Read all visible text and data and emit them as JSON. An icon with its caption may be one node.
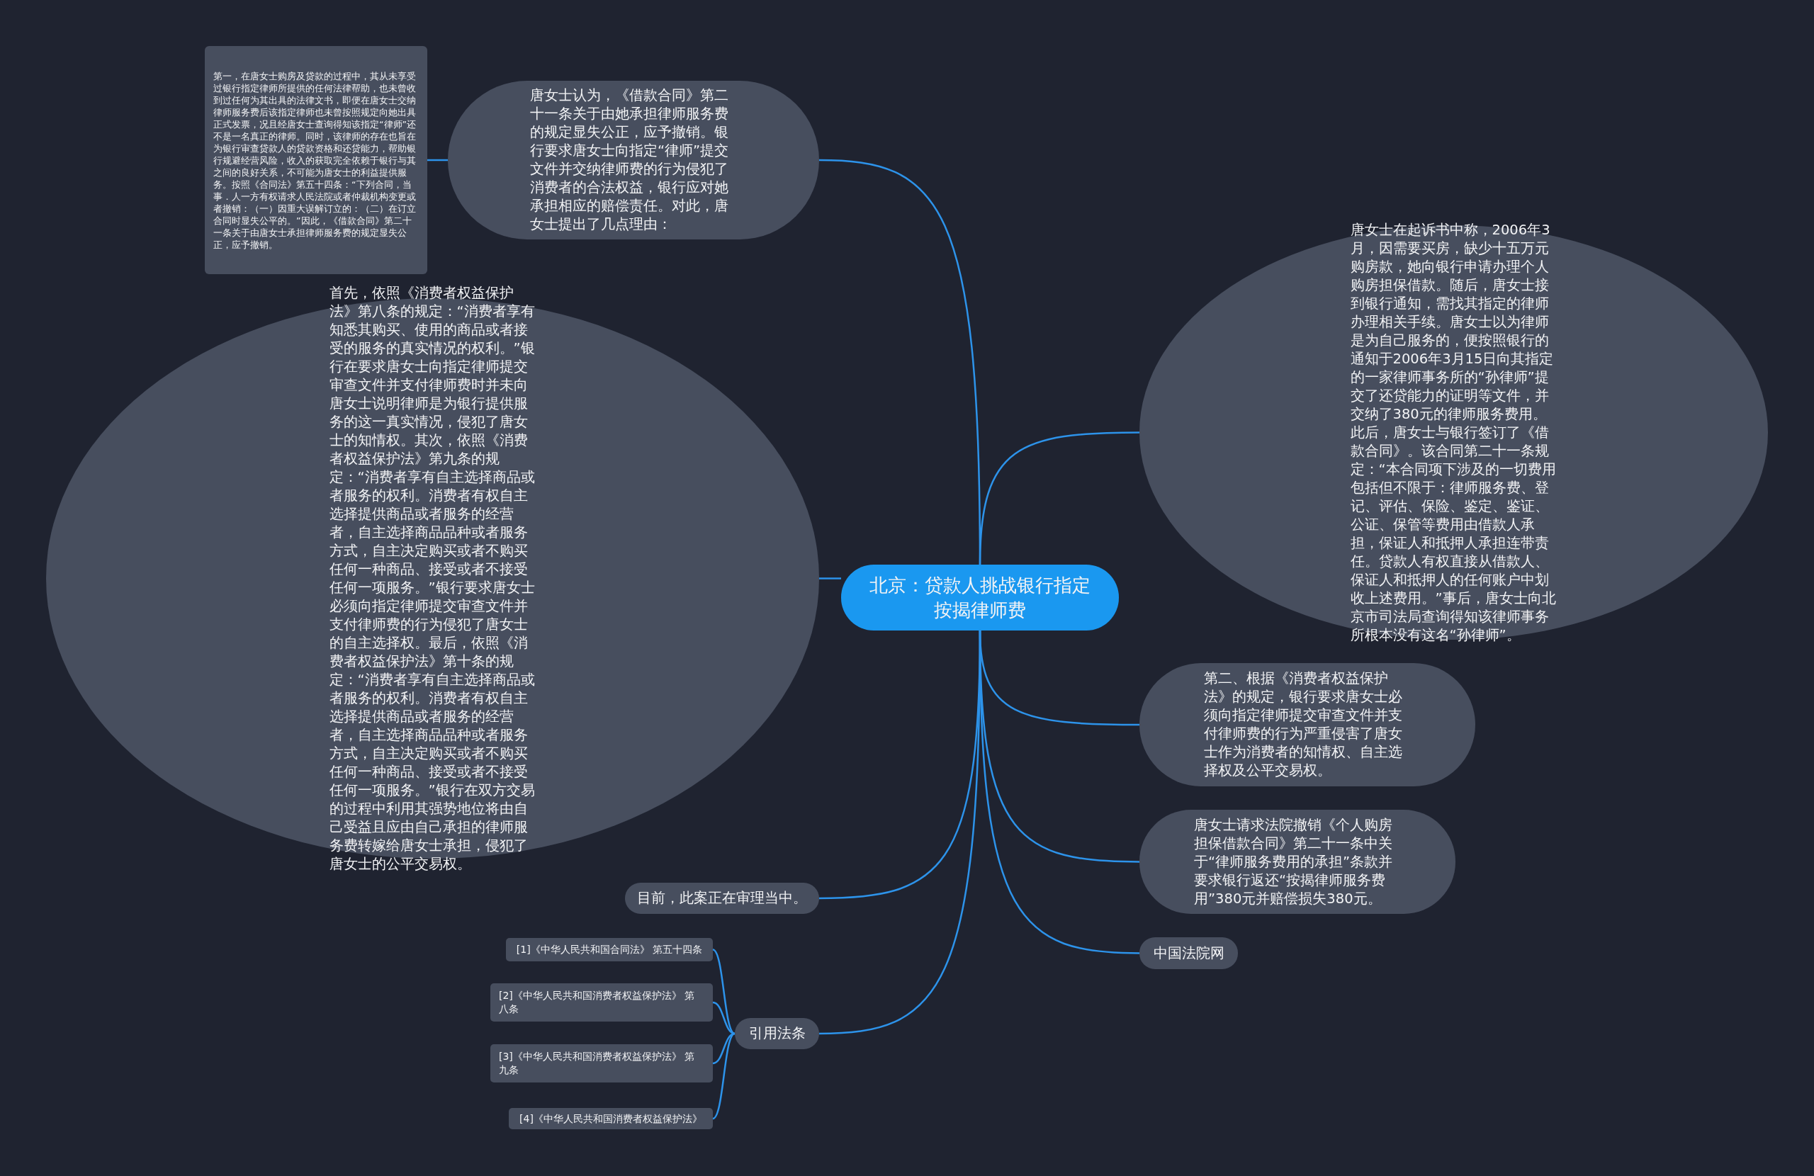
{
  "diagram": {
    "nodes": [
      {
        "text": [
          "北京：贷款人挑战银行指定按揭律师费"
        ]
      },
      {
        "text": [
          "唐女士认为，《借款合同》第二十一条关于由她承担律师服务费的规定显失公正，应予撤销。银行要求唐女士向指定“律师”提交文件并交纳律师费的行为侵犯了消费者的合法权益，银行应对她承担相应的赔偿责任。对此，唐女士提出了几点理由："
        ]
      },
      {
        "text": [
          "第一，在唐女士购房及贷款的过程中，其从未享受过银行指定律师所提供的任何法律帮助，也未曾收到过任何为其出具的法律文书，即便在唐女士交纳律师服务费后该指定律师也未曾按照规定向她出具正式发票，况且经唐女士查询得知该指定“律师”还不是一名真正的律师。同时，该律师的存在也旨在为银行审查贷款人的贷款资格和还贷能力，帮助银行规避经营风险，收入的获取完全依赖于银行与其之间的良好关系，不可能为唐女士的利益提供服务。按照《合同法》第五十四条：“下列合同，当事．人一方有权请求人民法院或者仲裁机构变更或者撤销：（一）因重大误解订立的：（二）在订立合同时显失公平的。”因此，《借款合同》第二十一条关于由唐女士承担律师服务费的规定显失公正，应予撤销。"
        ]
      },
      {
        "text": [
          "首先，依照《消费者权益保护法》第八条的规定：“消费者享有知悉其购买、使用的商品或者接受的服务的真实情况的权利。”银行在要求唐女士向指定律师提交审查文件并支付律师费时并未向唐女士说明律师是为银行提供服务的这一真实情况，侵犯了唐女士的知情权。其次，依照《消费者权益保护法》第九条的规定：“消费者享有自主选择商品或者服务的权利。消费者有权自主选择提供商品或者服务的经营者，自主选择商品品种或者服务方式，自主决定购买或者不购买任何一种商品、接受或者不接受任何一项服务。”银行要求唐女士必须向指定律师提交审查文件并支付律师费的行为侵犯了唐女士的自主选择权。最后，依照《消费者权益保护法》第十条的规定：“消费者享有自主选择商品或者服务的权利。消费者有权自主选择提供商品或者服务的经营者，自主选择商品品种或者服务方式，自主决定购买或者不购买任何一种商品、接受或者不接受任何一项服务。”银行在双方交易的过程中利用其强势地位将由自己受益且应由自己承担的律师服务费转嫁给唐女士承担，侵犯了唐女士的公平交易权。"
        ]
      },
      {
        "text": [
          "唐女士在起诉书中称，2006年3月，因需要买房，缺少十五万元购房款，她向银行申请办理个人购房担保借款。随后，唐女士接到银行通知，需找其指定的律师办理相关手续。唐女士以为律师是为自己服务的，便按照银行的通知于2006年3月15日向其指定的一家律师事务所的“孙律师”提交了还贷能力的证明等文件，并交纳了380元的律师服务费用。此后，唐女士与银行签订了《借款合同》。该合同第二十一条规定：“本合同项下涉及的一切费用包括但不限于：律师服务费、登记、评估、保险、鉴定、鉴证、公证、保管等费用由借款人承担，保证人和抵押人承担连带责任。贷款人有权直接从借款人、保证人和抵押人的任何账户中划收上述费用。”事后，唐女士向北京市司法局查询得知该律师事务所根本没有这名“孙律师”。"
        ]
      },
      {
        "text": [
          "第二、根据《消费者权益保护法》的规定，银行要求唐女士必须向指定律师提交审查文件并支付律师费的行为严重侵害了唐女士作为消费者的知情权、自主选择权及公平交易权。"
        ]
      },
      {
        "text": [
          "唐女士请求法院撤销《个人购房担保借款合同》第二十一条中关于“律师服务费用的承担”条款并要求银行返还“按揭律师服务费用”380元并赔偿损失380元。"
        ]
      },
      {
        "text": [
          "中国法院网"
        ]
      },
      {
        "text": [
          "目前，此案正在审理当中。"
        ]
      },
      {
        "text": [
          "引用法条"
        ]
      },
      {
        "text": [
          "[1]《中华人民共和国合同法》 第五十四条"
        ]
      },
      {
        "text": [
          "[2]《中华人民共和国消费者权益保护法》 第八条"
        ]
      },
      {
        "text": [
          "[3]《中华人民共和国消费者权益保护法》 第九条"
        ]
      },
      {
        "text": [
          "[4]《中华人民共和国消费者权益保护法》"
        ]
      }
    ],
    "edges": [
      {
        "from": 0,
        "to": 1,
        "arrow": "none"
      },
      {
        "from": 1,
        "to": 2,
        "arrow": "none"
      },
      {
        "from": 0,
        "to": 3,
        "arrow": "none"
      },
      {
        "from": 0,
        "to": 4,
        "arrow": "none"
      },
      {
        "from": 0,
        "to": 5,
        "arrow": "none"
      },
      {
        "from": 0,
        "to": 6,
        "arrow": "none"
      },
      {
        "from": 0,
        "to": 7,
        "arrow": "none"
      },
      {
        "from": 0,
        "to": 8,
        "arrow": "none"
      },
      {
        "from": 0,
        "to": 9,
        "arrow": "none"
      },
      {
        "from": 9,
        "to": 10,
        "arrow": "none"
      },
      {
        "from": 9,
        "to": 11,
        "arrow": "none"
      },
      {
        "from": 9,
        "to": 12,
        "arrow": "none"
      },
      {
        "from": 9,
        "to": 13,
        "arrow": "none"
      }
    ]
  }
}
